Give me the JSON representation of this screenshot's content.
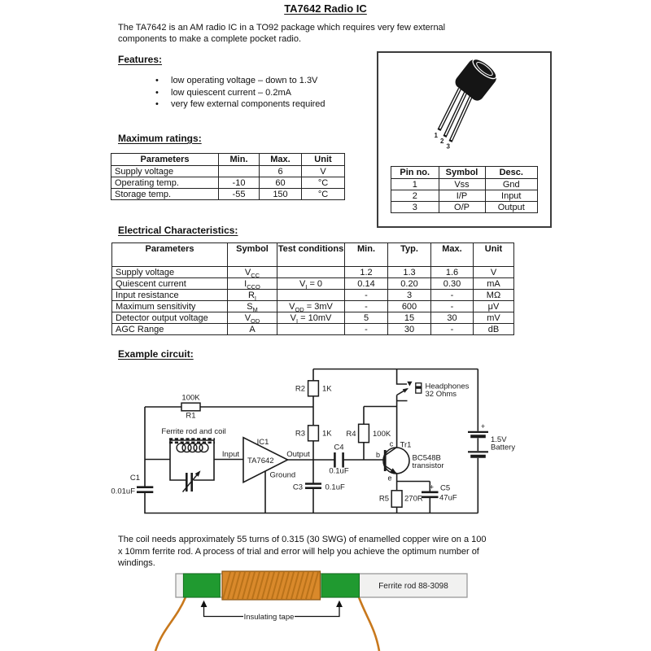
{
  "title": "TA7642 Radio IC",
  "intro": {
    "lines": [
      "The TA7642 is an AM radio IC in a TO92 package which requires very few external",
      "components to make a complete pocket radio."
    ]
  },
  "features": {
    "heading": "Features:",
    "items": [
      "low operating voltage – down to 1.3V",
      "low quiescent current – 0.2mA",
      "very few external components required"
    ]
  },
  "max_ratings": {
    "heading": "Maximum ratings:",
    "headers": [
      "Parameters",
      "Min.",
      "Max.",
      "Unit"
    ],
    "rows": [
      [
        "Supply voltage",
        "",
        "6",
        "V"
      ],
      [
        "Operating temp.",
        "-10",
        "60",
        "°C"
      ],
      [
        "Storage temp.",
        "-55",
        "150",
        "°C"
      ]
    ]
  },
  "package_panel": {
    "pin_labels": [
      "1",
      "2",
      "3"
    ],
    "pin_table": {
      "headers": [
        "Pin no.",
        "Symbol",
        "Desc."
      ],
      "rows": [
        [
          "1",
          "Vss",
          "Gnd"
        ],
        [
          "2",
          "I/P",
          "Input"
        ],
        [
          "3",
          "O/P",
          "Output"
        ]
      ]
    }
  },
  "electrical": {
    "heading": "Electrical Characteristics:",
    "headers": [
      "Parameters",
      "Symbol",
      "Test conditions",
      "Min.",
      "Typ.",
      "Max.",
      "Unit"
    ],
    "rows": [
      {
        "param": "Supply voltage",
        "sym": "V",
        "sym_sub": "CC",
        "tc_pre": "",
        "tc_sub": "",
        "tc_post": "",
        "min": "1.2",
        "typ": "1.3",
        "max": "1.6",
        "unit": "V"
      },
      {
        "param": "Quiescent current",
        "sym": "I",
        "sym_sub": "CCQ",
        "tc_pre": "V",
        "tc_sub": "I",
        "tc_post": " = 0",
        "min": "0.14",
        "typ": "0.20",
        "max": "0.30",
        "unit": "mA"
      },
      {
        "param": "Input resistance",
        "sym": "R",
        "sym_sub": "I",
        "tc_pre": "",
        "tc_sub": "",
        "tc_post": "",
        "min": "-",
        "typ": "3",
        "max": "-",
        "unit": "MΩ"
      },
      {
        "param": "Maximum sensitivity",
        "sym": "S",
        "sym_sub": "M",
        "tc_pre": "V",
        "tc_sub": "OD",
        "tc_post": " = 3mV",
        "min": "-",
        "typ": "600",
        "max": "-",
        "unit": "μV"
      },
      {
        "param": "Detector output voltage",
        "sym": "V",
        "sym_sub": "OD",
        "tc_pre": "V",
        "tc_sub": "I",
        "tc_post": " = 10mV",
        "min": "5",
        "typ": "15",
        "max": "30",
        "unit": "mV"
      },
      {
        "param": "AGC Range",
        "sym": "A",
        "sym_sub": "",
        "tc_pre": "",
        "tc_sub": "",
        "tc_post": "",
        "min": "-",
        "typ": "30",
        "max": "-",
        "unit": "dB"
      }
    ]
  },
  "circuit": {
    "heading": "Example circuit:",
    "labels": {
      "ferrite_caption": "Ferrite rod and coil",
      "r1": "R1",
      "r1_value": "100K",
      "r2": "R2",
      "r2_value": "1K",
      "r3": "R3",
      "r3_value": "1K",
      "r4": "R4",
      "r4_value": "100K",
      "r5": "R5",
      "r5_value": "270R",
      "c1": "C1",
      "c1_value": "0.01uF",
      "c3": "C3",
      "c3_value": "0.1uF",
      "c4": "C4",
      "c4_value": "0.1uF",
      "c5": "C5",
      "c5_value": "47uF",
      "c5_plus": "+",
      "ic_ref": "IC1",
      "ic_name": "TA7642",
      "input": "Input",
      "output": "Output",
      "ground": "Ground",
      "tr_ref": "Tr1",
      "tr_b": "b",
      "tr_c": "c",
      "tr_e": "e",
      "tr_name_line1": "BC548B",
      "tr_name_line2": "transistor",
      "headphones_line1": "Headphones",
      "headphones_line2": "32 Ohms",
      "battery_line1": "1.5V",
      "battery_line2": "Battery",
      "battery_plus": "+"
    }
  },
  "coil_note": {
    "lines": [
      "The coil needs approximately 55 turns of 0.315 (30 SWG) of enamelled copper wire on a 100",
      "x 10mm ferrite rod. A process of trial and error will help you achieve the optimum number of",
      "windings."
    ]
  },
  "rod_figure": {
    "rod_label": "Ferrite rod 88-3098",
    "tape_label": "Insulating tape"
  },
  "colors": {
    "tape_green": "#209a30",
    "coil_orange": "#d9892b",
    "wire_orange": "#c8781c",
    "ink": "#1b1b1b"
  }
}
